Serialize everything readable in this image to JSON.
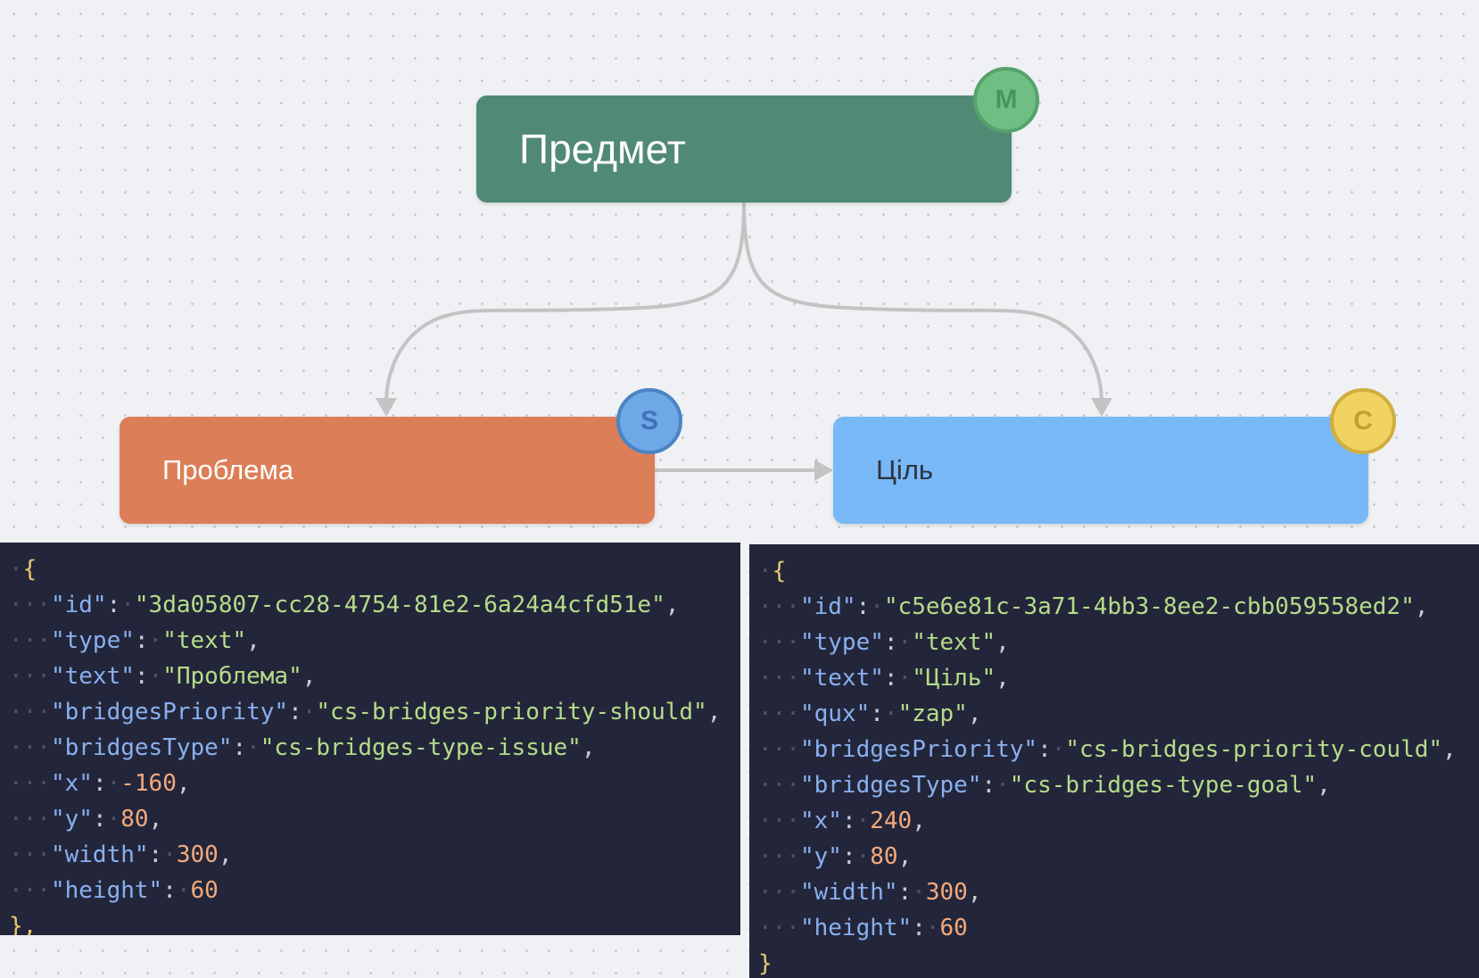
{
  "canvas": {
    "nodes": {
      "subject": {
        "label": "Предмет",
        "badge": "M",
        "color": "#508a74"
      },
      "problem": {
        "label": "Проблема",
        "badge": "S",
        "color": "#dc7f58"
      },
      "goal": {
        "label": "Ціль",
        "badge": "C",
        "color": "#79b8f6"
      }
    },
    "edge_color": "#c3c3c3"
  },
  "code_left": {
    "open": "{",
    "lines": [
      {
        "key": "\"id\"",
        "value": "\"3da05807-cc28-4754-81e2-6a24a4cfd51e\"",
        "kind": "str",
        "sep": ","
      },
      {
        "key": "\"type\"",
        "value": "\"text\"",
        "kind": "str",
        "sep": ","
      },
      {
        "key": "\"text\"",
        "value": "\"Проблема\"",
        "kind": "str",
        "sep": ","
      },
      {
        "key": "\"bridgesPriority\"",
        "value": "\"cs-bridges-priority-should\"",
        "kind": "str",
        "sep": ","
      },
      {
        "key": "\"bridgesType\"",
        "value": "\"cs-bridges-type-issue\"",
        "kind": "str",
        "sep": ","
      },
      {
        "key": "\"x\"",
        "value": "-160",
        "kind": "num",
        "sep": ","
      },
      {
        "key": "\"y\"",
        "value": "80",
        "kind": "num",
        "sep": ","
      },
      {
        "key": "\"width\"",
        "value": "300",
        "kind": "num",
        "sep": ","
      },
      {
        "key": "\"height\"",
        "value": "60",
        "kind": "num",
        "sep": ""
      }
    ],
    "close": "},"
  },
  "code_right": {
    "open": "{",
    "lines": [
      {
        "key": "\"id\"",
        "value": "\"c5e6e81c-3a71-4bb3-8ee2-cbb059558ed2\"",
        "kind": "str",
        "sep": ","
      },
      {
        "key": "\"type\"",
        "value": "\"text\"",
        "kind": "str",
        "sep": ","
      },
      {
        "key": "\"text\"",
        "value": "\"Ціль\"",
        "kind": "str",
        "sep": ","
      },
      {
        "key": "\"qux\"",
        "value": "\"zap\"",
        "kind": "str",
        "sep": ","
      },
      {
        "key": "\"bridgesPriority\"",
        "value": "\"cs-bridges-priority-could\"",
        "kind": "str",
        "sep": ","
      },
      {
        "key": "\"bridgesType\"",
        "value": "\"cs-bridges-type-goal\"",
        "kind": "str",
        "sep": ","
      },
      {
        "key": "\"x\"",
        "value": "240",
        "kind": "num",
        "sep": ","
      },
      {
        "key": "\"y\"",
        "value": "80",
        "kind": "num",
        "sep": ","
      },
      {
        "key": "\"width\"",
        "value": "300",
        "kind": "num",
        "sep": ","
      },
      {
        "key": "\"height\"",
        "value": "60",
        "kind": "num",
        "sep": ""
      }
    ],
    "close": "}"
  }
}
